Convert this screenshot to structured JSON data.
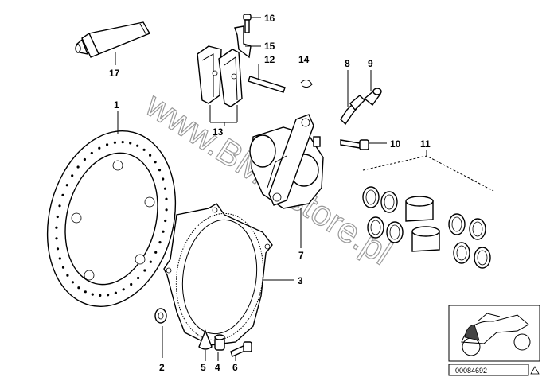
{
  "watermark": "www.BMWstore.pl",
  "reference_code": "00084692",
  "callouts": [
    {
      "id": "c1",
      "label": "1"
    },
    {
      "id": "c2",
      "label": "2"
    },
    {
      "id": "c3",
      "label": "3"
    },
    {
      "id": "c4",
      "label": "4"
    },
    {
      "id": "c5",
      "label": "5"
    },
    {
      "id": "c6",
      "label": "6"
    },
    {
      "id": "c7",
      "label": "7"
    },
    {
      "id": "c8",
      "label": "8"
    },
    {
      "id": "c9",
      "label": "9"
    },
    {
      "id": "c10",
      "label": "10"
    },
    {
      "id": "c11",
      "label": "11"
    },
    {
      "id": "c12",
      "label": "12"
    },
    {
      "id": "c13",
      "label": "13"
    },
    {
      "id": "c14",
      "label": "14"
    },
    {
      "id": "c15",
      "label": "15"
    },
    {
      "id": "c16",
      "label": "16"
    },
    {
      "id": "c17",
      "label": "17"
    }
  ]
}
